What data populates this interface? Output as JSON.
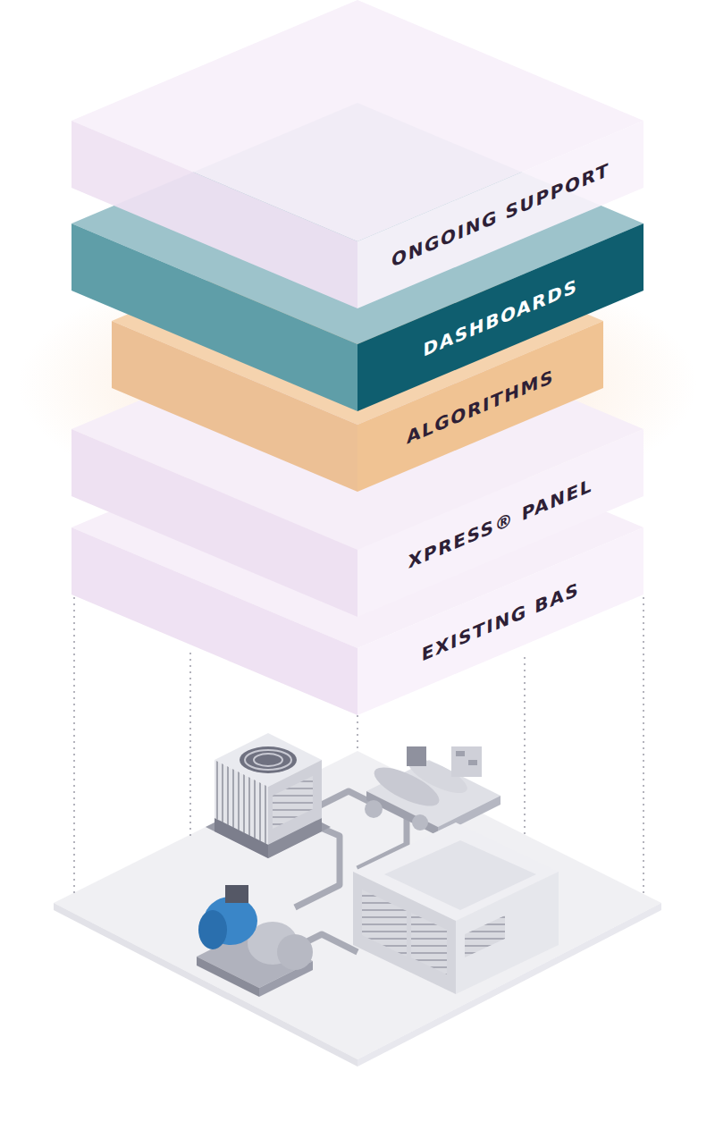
{
  "diagram": {
    "nodes": [
      {
        "text": [
          "ONGOING SUPPORT"
        ]
      },
      {
        "text": [
          "DASHBOARDS"
        ]
      },
      {
        "text": [
          "ALGORITHMS"
        ]
      },
      {
        "text": [
          "XPRESS® PANEL"
        ]
      },
      {
        "text": [
          "EXISTING BAS"
        ]
      }
    ]
  }
}
